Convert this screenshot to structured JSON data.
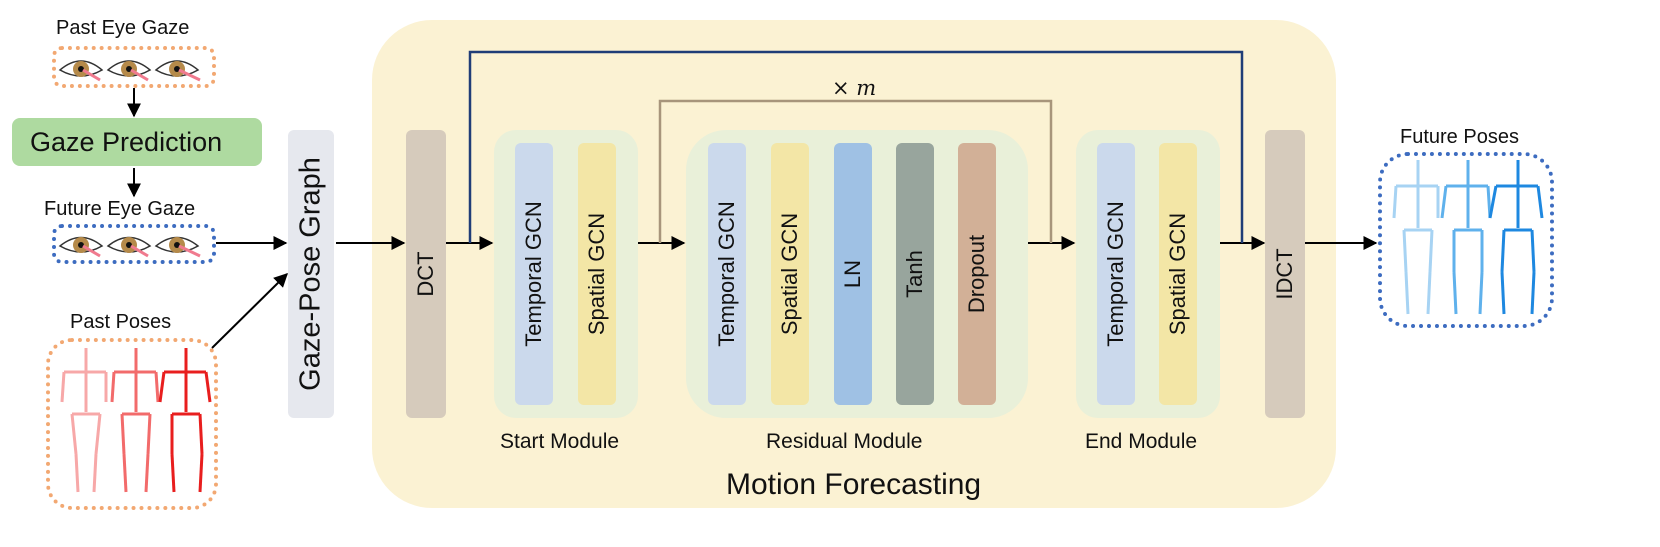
{
  "labels": {
    "past_eye_gaze": "Past Eye Gaze",
    "gaze_prediction": "Gaze Prediction",
    "future_eye_gaze": "Future Eye Gaze",
    "past_poses": "Past Poses",
    "gaze_pose_graph": "Gaze-Pose Graph",
    "dct": "DCT",
    "idct": "IDCT",
    "repeat": "× m",
    "future_poses": "Future Poses",
    "motion_forecasting": "Motion Forecasting"
  },
  "modules": {
    "start": {
      "name": "Start Module",
      "blocks": [
        "Temporal GCN",
        "Spatial GCN"
      ]
    },
    "residual": {
      "name": "Residual Module",
      "blocks": [
        "Temporal GCN",
        "Spatial GCN",
        "LN",
        "Tanh",
        "Dropout"
      ]
    },
    "end": {
      "name": "End Module",
      "blocks": [
        "Temporal GCN",
        "Spatial GCN"
      ]
    }
  },
  "colors": {
    "motion_bg": "#fbf2d3",
    "module_bg": "#e9f0d9",
    "temporal": "#cbd9ec",
    "spatial": "#f3e6a6",
    "ln": "#9fc1e4",
    "tanh": "#98a59d",
    "dropout": "#d2b097",
    "dct": "#d6cbbc",
    "gaze_prediction": "#aedaa0",
    "graph": "#e6e8ee",
    "skip_outer": "#1f3d77",
    "skip_inner": "#a7957b",
    "past_poses": "#f46a6a",
    "future_poses": "#3b9ae3"
  }
}
